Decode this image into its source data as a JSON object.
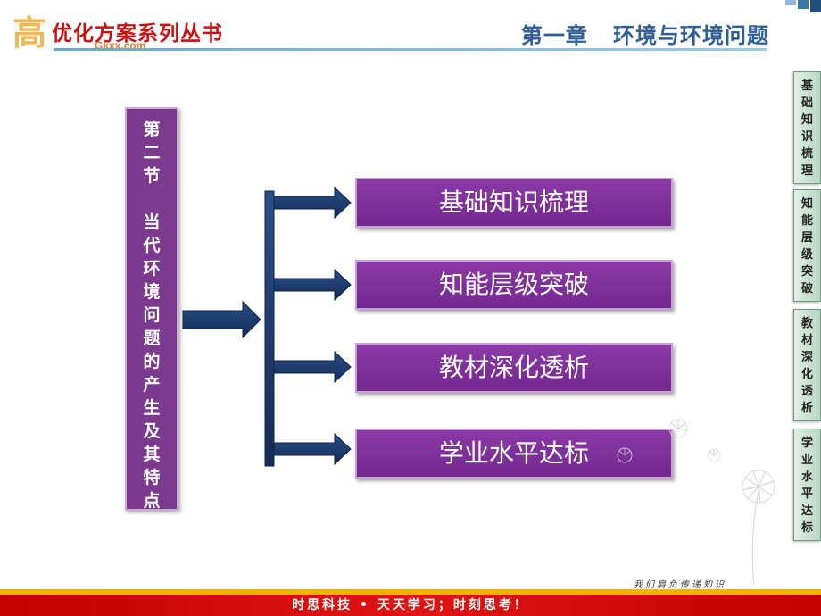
{
  "header": {
    "logo_mark": "高",
    "logo_series": "优化方案系列丛书",
    "logo_site": "Gkxx.com",
    "chapter_title": "第一章   环境与环境问题"
  },
  "section": {
    "lines": [
      "第",
      "二",
      "节",
      "",
      "当",
      "代",
      "环",
      "境",
      "问",
      "题",
      "的",
      "产",
      "生",
      "及",
      "其",
      "特",
      "点"
    ]
  },
  "menu": [
    {
      "label": "基础知识梳理"
    },
    {
      "label": "知能层级突破"
    },
    {
      "label": "教材深化透析"
    },
    {
      "label": "学业水平达标"
    }
  ],
  "side_tabs": [
    {
      "chars": [
        "基",
        "础",
        "知",
        "识",
        "梳",
        "理"
      ]
    },
    {
      "chars": [
        "知",
        "能",
        "层",
        "级",
        "突",
        "破"
      ]
    },
    {
      "chars": [
        "教",
        "材",
        "深",
        "化",
        "透",
        "析"
      ]
    },
    {
      "chars": [
        "学",
        "业",
        "水",
        "平",
        "达",
        "标"
      ]
    }
  ],
  "footer": {
    "text": "时思科技 • 天天学习；时刻思考！",
    "slogan": "我们肩负传递知识"
  },
  "colors": {
    "menu_purple": "#7b2f96",
    "arrow_navy": "#1d3c6e",
    "tab_green": "#c6e0cf",
    "footer_red": "#d40a0a",
    "title_blue": "#2f5f98"
  }
}
